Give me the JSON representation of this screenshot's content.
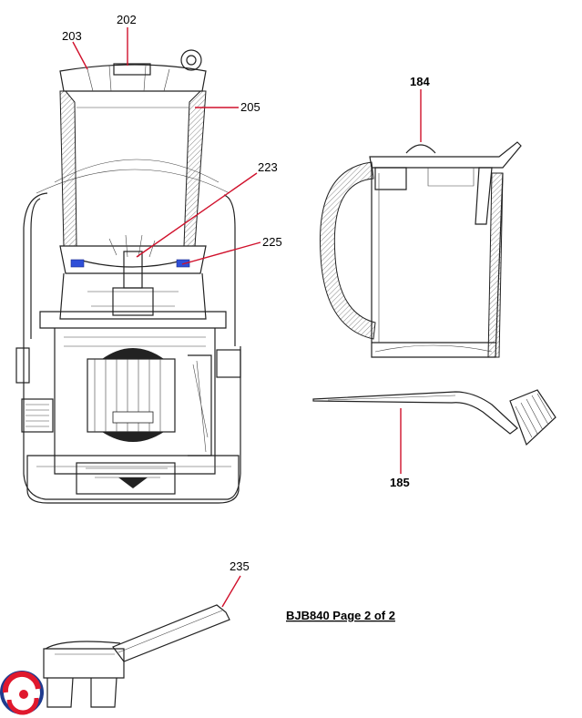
{
  "callouts": {
    "c202": "202",
    "c203": "203",
    "c205": "205",
    "c223": "223",
    "c225": "225",
    "c184": "184",
    "c185": "185",
    "c235": "235"
  },
  "page_label": "BJB840 Page 2 of 2",
  "colors": {
    "leader_line": "#d0102b",
    "seal_highlight": "#2f4fd8",
    "logo_red": "#e0182d",
    "logo_blue": "#1f3b8f"
  },
  "icons": [
    "brand-logo-icon"
  ]
}
